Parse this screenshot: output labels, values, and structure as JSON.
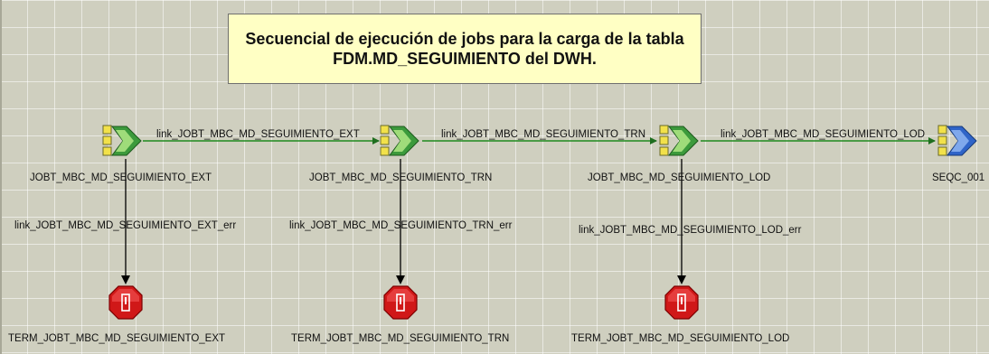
{
  "annotation": {
    "line1": "Secuencial de ejecución de jobs para la carga de la tabla",
    "line2": "FDM.MD_SEGUIMIENTO del DWH."
  },
  "jobs": [
    {
      "name": "JOBT_MBC_MD_SEGUIMIENTO_EXT",
      "icon": "job-activity-icon"
    },
    {
      "name": "JOBT_MBC_MD_SEGUIMIENTO_TRN",
      "icon": "job-activity-icon"
    },
    {
      "name": "JOBT_MBC_MD_SEGUIMIENTO_LOD",
      "icon": "job-activity-icon"
    },
    {
      "name": "SEQC_001",
      "icon": "sequencer-icon"
    }
  ],
  "links": [
    "link_JOBT_MBC_MD_SEGUIMIENTO_EXT",
    "link_JOBT_MBC_MD_SEGUIMIENTO_TRN",
    "link_JOBT_MBC_MD_SEGUIMIENTO_LOD"
  ],
  "error_links": [
    "link_JOBT_MBC_MD_SEGUIMIENTO_EXT_err",
    "link_JOBT_MBC_MD_SEGUIMIENTO_TRN_err",
    "link_JOBT_MBC_MD_SEGUIMIENTO_LOD_err"
  ],
  "terminators": [
    {
      "name": "TERM_JOBT_MBC_MD_SEGUIMIENTO_EXT",
      "icon": "terminator-stop-icon"
    },
    {
      "name": "TERM_JOBT_MBC_MD_SEGUIMIENTO_TRN",
      "icon": "terminator-stop-icon"
    },
    {
      "name": "TERM_JOBT_MBC_MD_SEGUIMIENTO_LOD",
      "icon": "terminator-stop-icon"
    }
  ],
  "colors": {
    "link_line": "#1f8a1f",
    "error_line": "#000000",
    "annotation_bg": "#ffffc4",
    "canvas_bg": "#cfcfbf"
  }
}
